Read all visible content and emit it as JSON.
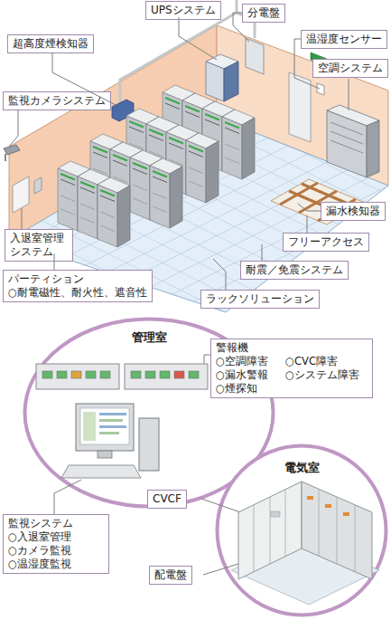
{
  "diagram": {
    "nodes": [
      {
        "text": [
          "UPSシステム"
        ]
      },
      {
        "text": [
          "分電盤"
        ]
      },
      {
        "text": [
          "温湿度センサー"
        ]
      },
      {
        "text": [
          "超高度煙検知器"
        ]
      },
      {
        "text": [
          "空調システム"
        ]
      },
      {
        "text": [
          "監視カメラシステム"
        ]
      },
      {
        "text": [
          "漏水検知器"
        ]
      },
      {
        "text": [
          "入退室管理 システム"
        ]
      },
      {
        "text": [
          "フリーアクセス"
        ]
      },
      {
        "text": [
          "耐震／免震システム"
        ]
      },
      {
        "text": [
          "パーティション",
          "○耐電磁性、耐火性、遮音性"
        ]
      },
      {
        "text": [
          "ラックソリューション"
        ]
      },
      {
        "text": [
          "管理室"
        ]
      },
      {
        "text": [
          "警報機",
          "○空調障害",
          "○CVC障害",
          "○漏水警報",
          "○システム障害",
          "○煙探知"
        ]
      },
      {
        "text": [
          "電気室"
        ]
      },
      {
        "text": [
          "CVCF"
        ]
      },
      {
        "text": [
          "監視システム",
          "○入退室管理",
          "○カメラ監視",
          "○温湿度監視"
        ]
      },
      {
        "text": [
          "配電盤"
        ]
      }
    ]
  }
}
